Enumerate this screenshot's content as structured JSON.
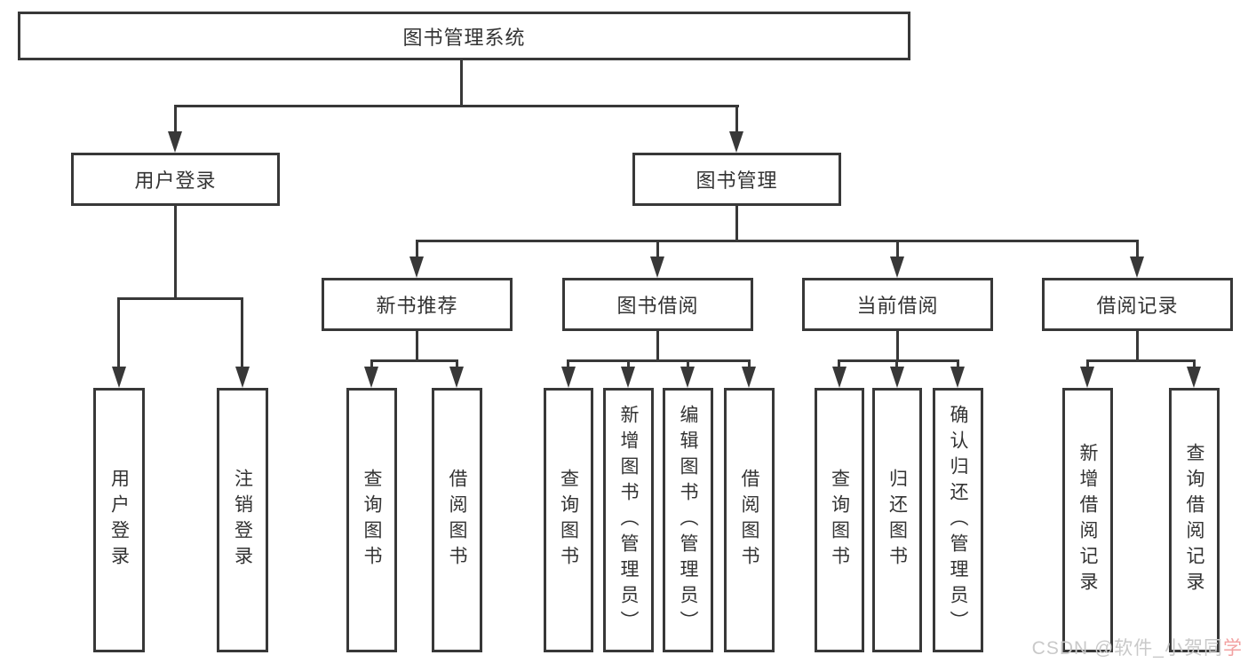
{
  "diagram": {
    "root": {
      "label": "图书管理系统"
    },
    "level2": {
      "user_login": {
        "label": "用户登录"
      },
      "book_management": {
        "label": "图书管理"
      }
    },
    "level3": {
      "new_book_recommend": {
        "label": "新书推荐"
      },
      "book_borrowing": {
        "label": "图书借阅"
      },
      "current_borrowing": {
        "label": "当前借阅"
      },
      "borrowing_records": {
        "label": "借阅记录"
      }
    },
    "leaves": {
      "user_login": [
        "用户登录",
        "注销登录"
      ],
      "new_book_recommend": [
        "查询图书",
        "借阅图书"
      ],
      "book_borrowing": [
        "查询图书",
        "新增图书（管理员）",
        "编辑图书（管理员）",
        "借阅图书"
      ],
      "current_borrowing": [
        "查询图书",
        "归还图书",
        "确认归还（管理员）"
      ],
      "borrowing_records": [
        "新增借阅记录",
        "查询借阅记录"
      ]
    }
  },
  "watermark": {
    "prefix": "CSDN @软件_小贺同",
    "suffix": "学"
  },
  "colors": {
    "line": "#383838",
    "box_border": "#383838",
    "text": "#333333",
    "background": "#ffffff",
    "watermark": "#c9c9c9",
    "watermark_accent": "#f2a1a1"
  }
}
